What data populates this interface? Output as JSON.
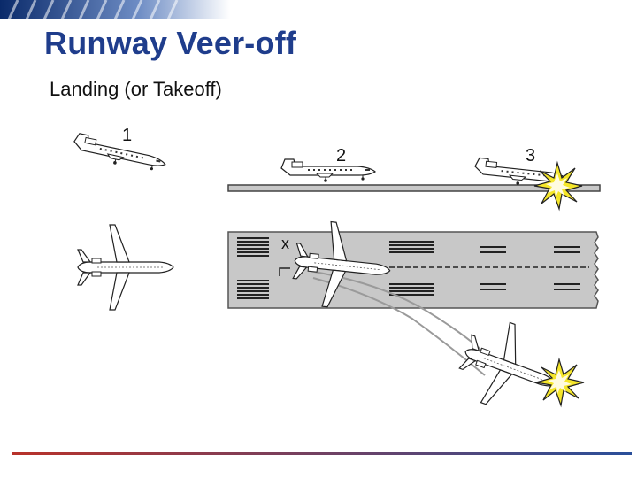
{
  "title": "Runway Veer-off",
  "subtitle": "Landing (or Takeoff)",
  "stages": [
    "1",
    "2",
    "3"
  ],
  "touchdown_marker": "x",
  "colors": {
    "title": "#1f3d8c",
    "runway": "#c8c8c8",
    "runway_edge": "#555555",
    "impact": "#f5e62a",
    "track": "#9a9a9a",
    "footer_left": "#b8322a",
    "footer_right": "#2a4f9a"
  },
  "icons": {
    "aircraft_side": "airliner-side-view-icon",
    "aircraft_top": "airliner-top-view-icon",
    "impact": "impact-burst-icon"
  }
}
